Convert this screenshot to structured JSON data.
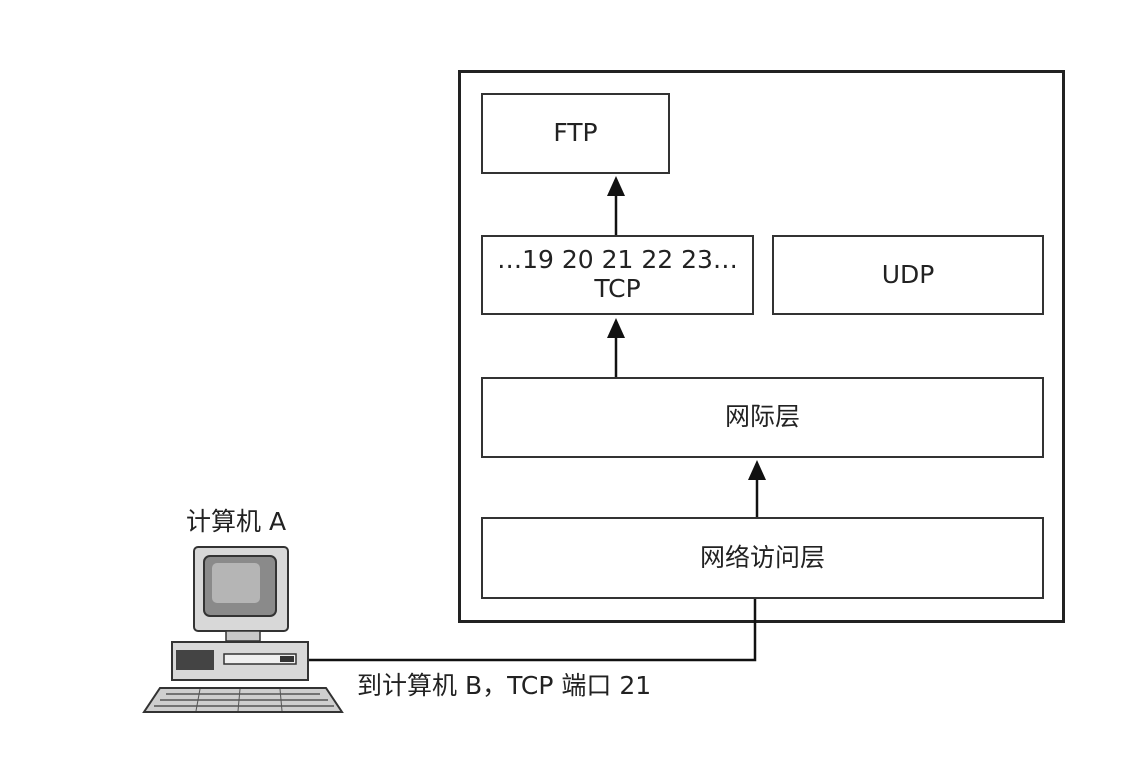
{
  "boxes": {
    "ftp": "FTP",
    "tcp_ports": "…19 20 21 22 23…",
    "tcp": "TCP",
    "udp": "UDP",
    "internet_layer": "网际层",
    "network_access_layer": "网络访问层"
  },
  "labels": {
    "computer_a": "计算机 A",
    "destination": "到计算机 B，TCP 端口 21"
  },
  "colors": {
    "line": "#111111",
    "box_border": "#333333",
    "computer_body": "#d8d8d8",
    "screen": "#8a8a8a"
  }
}
